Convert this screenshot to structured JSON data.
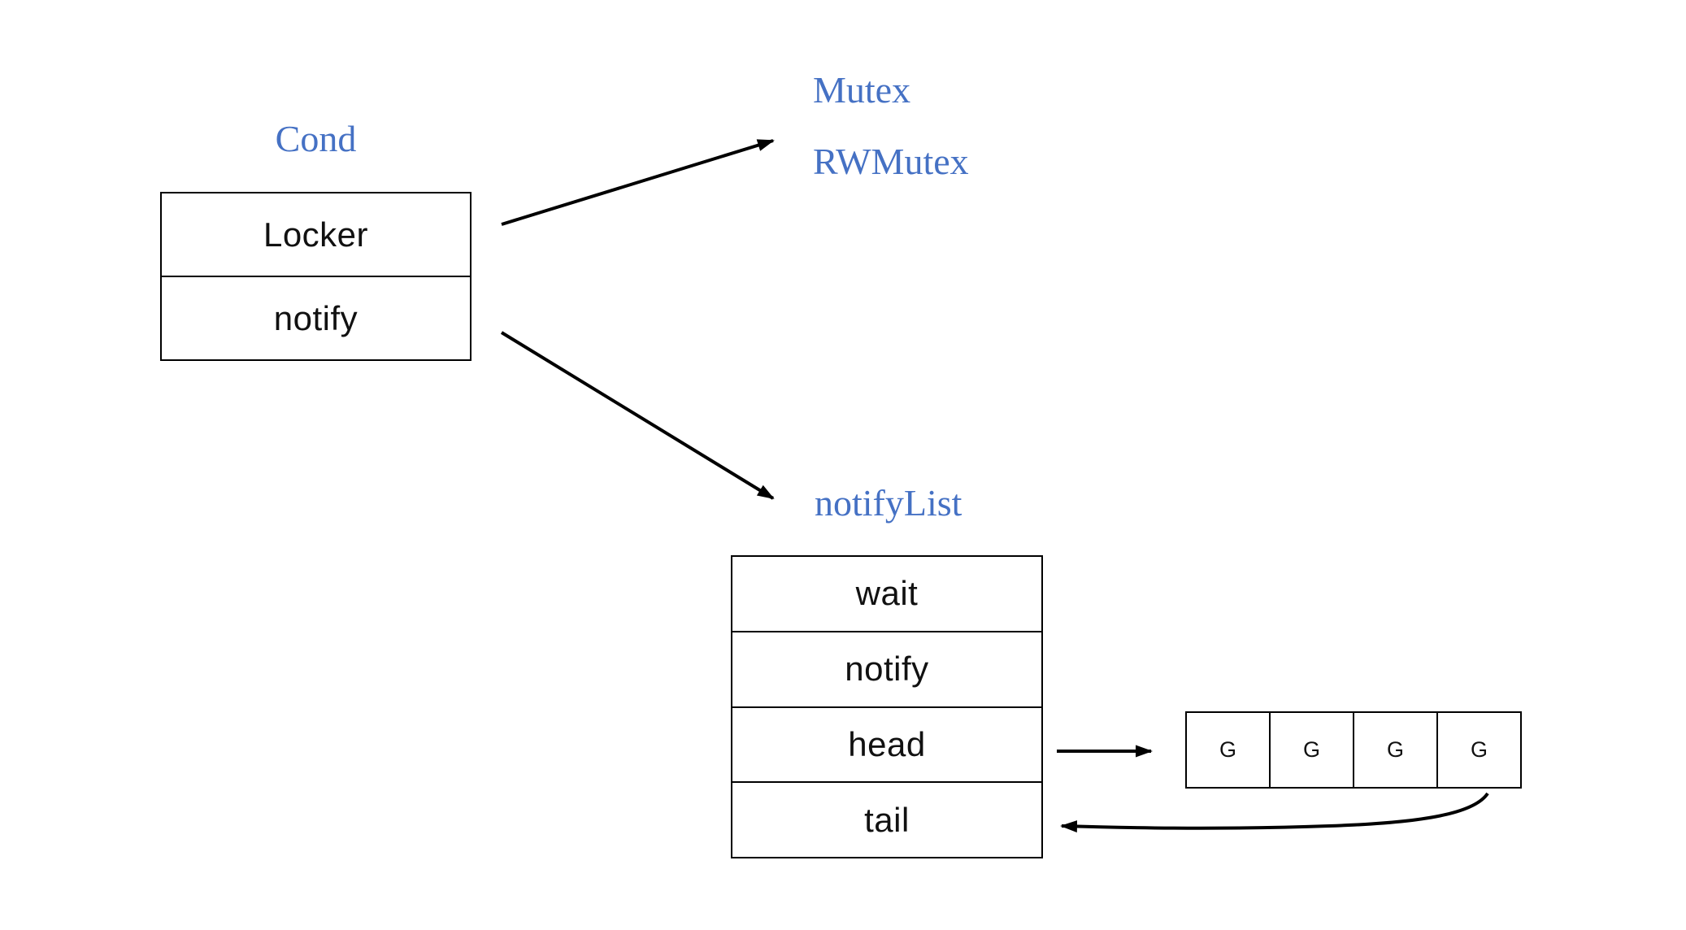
{
  "colors": {
    "accent_blue": "#4571c4",
    "line": "#000000",
    "background": "#ffffff"
  },
  "cond": {
    "title": "Cond",
    "rows": [
      {
        "label": "Locker"
      },
      {
        "label": "notify"
      }
    ]
  },
  "lock_targets": {
    "mutex_label": "Mutex",
    "rwmutex_label": "RWMutex"
  },
  "notify_list": {
    "title": "notifyList",
    "rows": [
      {
        "label": "wait"
      },
      {
        "label": "notify"
      },
      {
        "label": "head"
      },
      {
        "label": "tail"
      }
    ]
  },
  "goroutine_queue": {
    "cells": [
      {
        "label": "G"
      },
      {
        "label": "G"
      },
      {
        "label": "G"
      },
      {
        "label": "G"
      }
    ]
  },
  "edges": [
    {
      "from": "Cond.Locker",
      "to": "Mutex / RWMutex"
    },
    {
      "from": "Cond.notify",
      "to": "notifyList"
    },
    {
      "from": "notifyList.head",
      "to": "goroutine-queue"
    },
    {
      "from": "goroutine-queue-last-G",
      "to": "notifyList.tail"
    }
  ]
}
